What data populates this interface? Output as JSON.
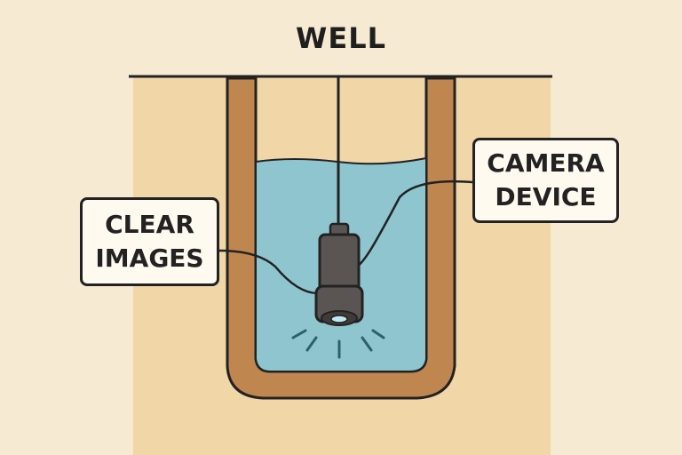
{
  "title": "WELL",
  "callouts": {
    "left": {
      "line1": "CLEAR",
      "line2": "IMAGES"
    },
    "right": {
      "line1": "CAMERA",
      "line2": "DEVICE"
    }
  },
  "colors": {
    "background": "#f7ead3",
    "soil": "#f1d6a8",
    "well_wall": "#c0864f",
    "water": "#8ec5cf",
    "camera": "#5a5552",
    "outline": "#222222"
  }
}
